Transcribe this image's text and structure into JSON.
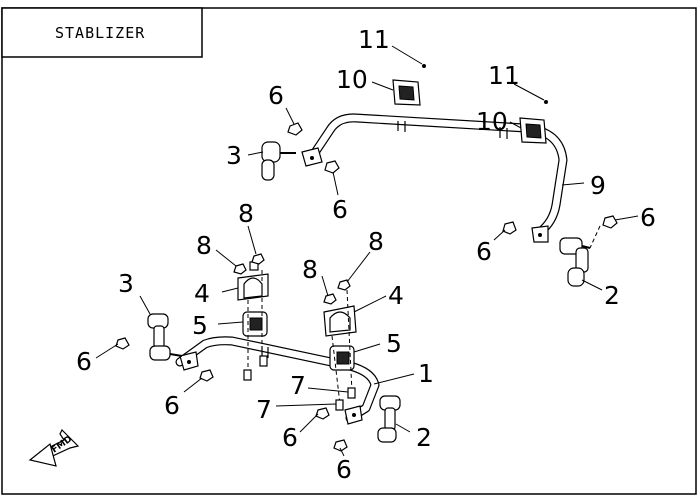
{
  "title": "STABLIZER",
  "direction_label": "FMD",
  "callouts": {
    "c11a": "11",
    "c11b": "11",
    "c10a": "10",
    "c10b": "10",
    "c6a": "6",
    "c6b": "6",
    "c6c": "6",
    "c6d": "6",
    "c6e": "6",
    "c6f": "6",
    "c6g": "6",
    "c3a": "3",
    "c3b": "3",
    "c9": "9",
    "c8a": "8",
    "c8b": "8",
    "c8c": "8",
    "c8d": "8",
    "c4a": "4",
    "c4b": "4",
    "c5a": "5",
    "c5b": "5",
    "c2a": "2",
    "c2b": "2",
    "c1": "1",
    "c7a": "7",
    "c7b": "7"
  }
}
